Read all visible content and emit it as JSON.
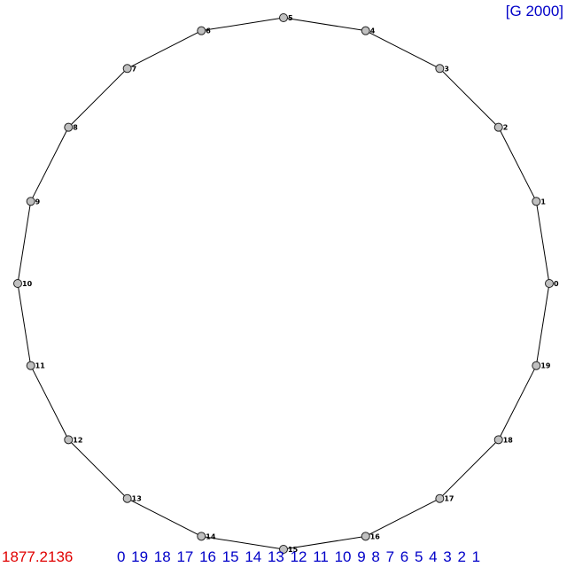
{
  "header": {
    "graph_label": "[G 2000]"
  },
  "footer": {
    "tour_length": "1877.2136",
    "tour_order": "0 19 18 17 16 15 14 13 12 11 10 9 8 7 6 5 4 3 2 1"
  },
  "colors": {
    "graph_label": "#0000c8",
    "tour_length": "#e00000",
    "tour_order": "#0000c8",
    "edge": "#000000",
    "node_fill": "#c0c0c0",
    "node_stroke": "#202020",
    "node_label": "#000000"
  },
  "graph": {
    "nodes": [
      {
        "id": "0",
        "label": "0"
      },
      {
        "id": "1",
        "label": "1"
      },
      {
        "id": "2",
        "label": "2"
      },
      {
        "id": "3",
        "label": "3"
      },
      {
        "id": "4",
        "label": "4"
      },
      {
        "id": "5",
        "label": "5"
      },
      {
        "id": "6",
        "label": "6"
      },
      {
        "id": "7",
        "label": "7"
      },
      {
        "id": "8",
        "label": "8"
      },
      {
        "id": "9",
        "label": "9"
      },
      {
        "id": "10",
        "label": "10"
      },
      {
        "id": "11",
        "label": "11"
      },
      {
        "id": "12",
        "label": "12"
      },
      {
        "id": "13",
        "label": "13"
      },
      {
        "id": "14",
        "label": "14"
      },
      {
        "id": "15",
        "label": "15"
      },
      {
        "id": "16",
        "label": "16"
      },
      {
        "id": "17",
        "label": "17"
      },
      {
        "id": "18",
        "label": "18"
      },
      {
        "id": "19",
        "label": "19"
      }
    ],
    "tour": [
      "0",
      "19",
      "18",
      "17",
      "16",
      "15",
      "14",
      "13",
      "12",
      "11",
      "10",
      "9",
      "8",
      "7",
      "6",
      "5",
      "4",
      "3",
      "2",
      "1",
      "0"
    ]
  }
}
